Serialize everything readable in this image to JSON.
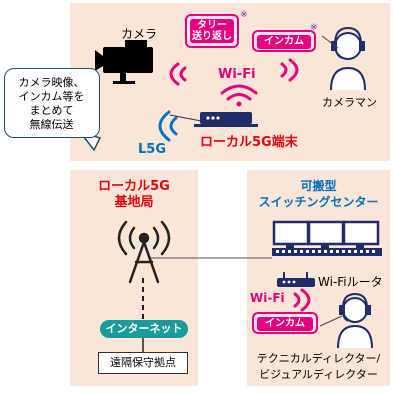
{
  "camera_label": "カメラ",
  "tally_button": "タリー\n送り返し",
  "tally_line1": "タリー",
  "tally_line2": "送り返し",
  "asterisk": "※",
  "intercom_label": "インカム",
  "wifi_label": "Wi-Fi",
  "cameraman_label": "カメラマン",
  "callout_lines": [
    "カメラ映像、",
    "インカム等を",
    "まとめて",
    "無線伝送"
  ],
  "l5g_label": "L5G",
  "local5g_terminal": "ローカル5G端末",
  "base_station_line1": "ローカル5G",
  "base_station_line2": "基地局",
  "portable_line1": "可搬型",
  "portable_line2": "スイッチングセンター",
  "wifi_router": "Wi-Fiルータ",
  "internet_label": "インターネット",
  "remote_maintenance": "遠隔保守拠点",
  "director_line1": "テクニカルディレクター/",
  "director_line2": "ビジュアルディレクター",
  "colors": {
    "panel": "#fbe5d6",
    "magenta": "#e6007e",
    "blue": "#0070c0",
    "red": "#e60012",
    "teal": "#1a9b9b",
    "navy": "#1f2d6b"
  }
}
